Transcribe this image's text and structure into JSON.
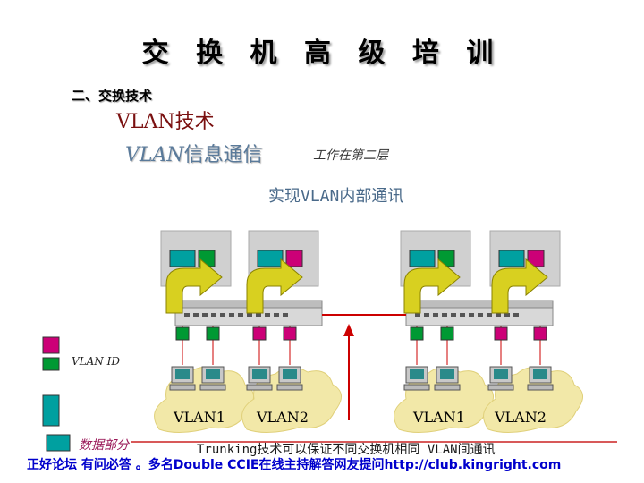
{
  "title": "交 换 机 高 级 培 训",
  "section": "二、交换技术",
  "vlan_tech": "VLAN技术",
  "vlan_message_prefix": "VLAN",
  "vlan_message_suffix": "信息通信",
  "layer2_note": "工作在第二层",
  "internal_comm": "实现VLAN内部通讯",
  "legend": {
    "vlan_id": "VLAN ID",
    "data_part": "数据部分"
  },
  "clouds": [
    "VLAN1",
    "VLAN2",
    "VLAN1",
    "VLAN2"
  ],
  "trunk_note": "Trunking技术可以保证不同交换机相同 VLAN间通讯",
  "footer": "正好论坛 有问必答 。多名Double CCIE在线主持解答网友提问http://club.kingright.com",
  "colors": {
    "teal": "#00a0a0",
    "green": "#009933",
    "magenta": "#cc0077",
    "cloud": "#f2e8a8",
    "arrow": "#d8d020",
    "trunk_line": "#cc0000",
    "footer": "#0000cc"
  }
}
